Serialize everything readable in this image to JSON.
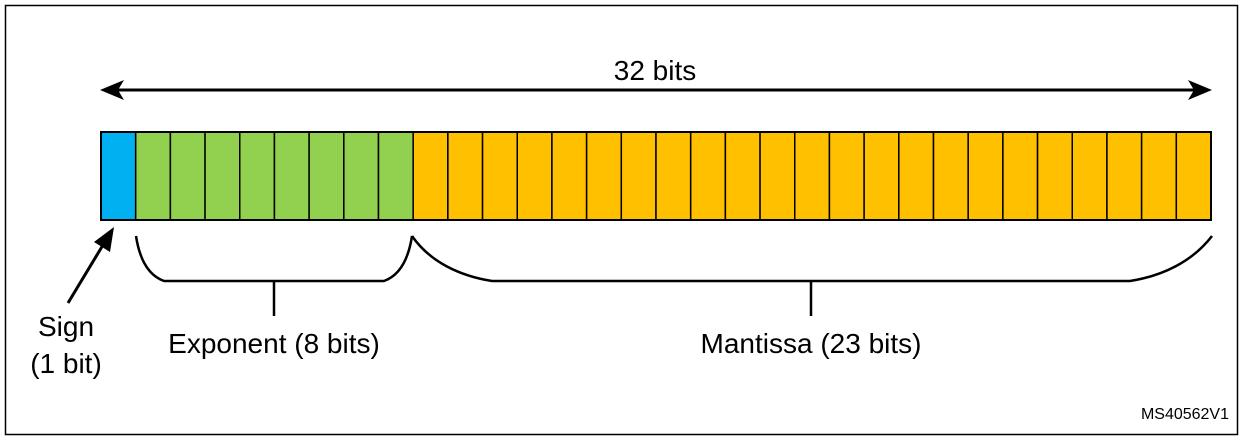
{
  "figure": {
    "width_label": "32 bits",
    "sign_label_line1": "Sign",
    "sign_label_line2": "(1 bit)",
    "exponent_label": "Exponent (8 bits)",
    "mantissa_label": "Mantissa (23 bits)",
    "figure_id": "MS40562V1"
  },
  "fields": [
    {
      "name": "sign",
      "bits": 1,
      "color": "#00B0F0"
    },
    {
      "name": "exponent",
      "bits": 8,
      "color": "#92D050"
    },
    {
      "name": "mantissa",
      "bits": 23,
      "color": "#FFC000"
    }
  ],
  "total_bits": 32
}
